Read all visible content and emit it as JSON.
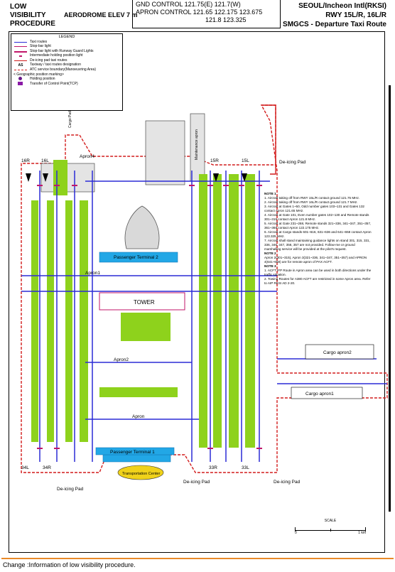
{
  "header": {
    "title_lines": [
      "LOW",
      "VISIBILITY",
      "PROCEDURE"
    ],
    "elevation": "AERODROME ELEV 7 m",
    "freq_lines": [
      "GND  CONTROL  121.75(E)  121.7(W)",
      "APRON CONTROL   121.65  122.175  123.675",
      "121.8  123.325"
    ],
    "airport": "SEOUL/Incheon Intl(RKSI)",
    "runways": "RWY 15L/R, 16L/R",
    "chart_title": "SMGCS - Departure Taxi Route"
  },
  "legend": {
    "title": "LEGEND",
    "items": [
      {
        "label": "Taxi routes",
        "color": "#2b2bd6"
      },
      {
        "label": "Stop-bar light",
        "color": "#c0166a"
      },
      {
        "label": "Stop-bar light with Runway Guard Lights",
        "color": "#c0166a"
      },
      {
        "label": "Intermediate holding position light",
        "color": "#c0166a"
      },
      {
        "label": "De-icing pad taxi routes",
        "color": "#d21c1c"
      },
      {
        "label": "Taxiway / taxi routes designation",
        "color": "#000000"
      },
      {
        "label": "ATC service boundary(Manoeuvring Area)",
        "color": "#d21c1c"
      },
      {
        "label": "< Geographic position marking>",
        "color": "#000000"
      },
      {
        "label": "Holding position",
        "color": "#6a1a8a"
      },
      {
        "label": "Transfer of Control Point(TCP)",
        "color": "#8a1aa6"
      }
    ]
  },
  "labels": {
    "deicing_pad": "De-icing Pad",
    "apron4": "Apron4",
    "maintenance_apron": "Maintenance apron",
    "pt2": "Passenger Terminal 2",
    "apron1": "Apron1",
    "tower": "TOWER",
    "apron2": "Apron2",
    "apron": "Apron",
    "pt1": "Passenger Terminal 1",
    "transport_center": "Transportation Center",
    "cargo_apron2": "Cargo apron2",
    "cargo_apron1": "Cargo apron1",
    "cargo_pad": "Cargo Pad",
    "rwy_top": [
      "16R",
      "16L",
      "15R",
      "15L"
    ],
    "rwy_bottom": [
      "34L",
      "34R",
      "33R",
      "33L"
    ]
  },
  "notes": {
    "h1": "NOTE 1",
    "n1": [
      "1. Aircraft taking off from RWY 15L/R contact ground 121.75 MHz.",
      "2. Aircraft taking off from RWY 16L/R contact ground 121.7 MHz.",
      "3. Aircraft at Gates 1~50, Odd number gates 103~131 and Gates 132 contact Apron 121.65 MHz.",
      "4. Aircraft at Gate 101, Even number gates 102~130 and Remote stands 301~315 contact Apron 121.8 MHz.",
      "5. Aircraft at Gate 231~268, Remote stands 321~336, 341~347, 351~357, 361~368 contact Apron 122.175 MHz.",
      "6. Aircraft at Cargo stands 601~616, 631~636 and 641~658 contact Apron 123.325 MHz.",
      "7. Aircraft shall stand maintaining guidance lights on stand 301, 315, 331, 336, 346, 347, 356, 357 are not provided. Follow-me or ground marshalling service will be provided at the pilot's request."
    ],
    "h2": "NOTE 2",
    "n2": "Apron 2(301~315), Apron 3(321~336, 341~347, 351~357) and APRON 4(641~658) are for remote apron of PAX ACFT.",
    "h3": "NOTE 3",
    "n3": [
      "1. ACFT IFP Route in Apron area can be used in both directions under the traffic situation.",
      "2. Towing Routes for A380 ACFT are restricted in some Apron area. Refer to AIP RKSI AD 2-20."
    ]
  },
  "scale": {
    "title": "SCALE",
    "left": "0",
    "right": "1 km"
  },
  "footer": {
    "change": "Change :Information of low visibility procedure."
  },
  "colors": {
    "grass": "#8ed21c",
    "taxi": "#2b2bd6",
    "stopbar": "#c0166a",
    "deice": "#d21c1c",
    "terminal": "#22a7e6",
    "transport": "#f0d21a"
  }
}
